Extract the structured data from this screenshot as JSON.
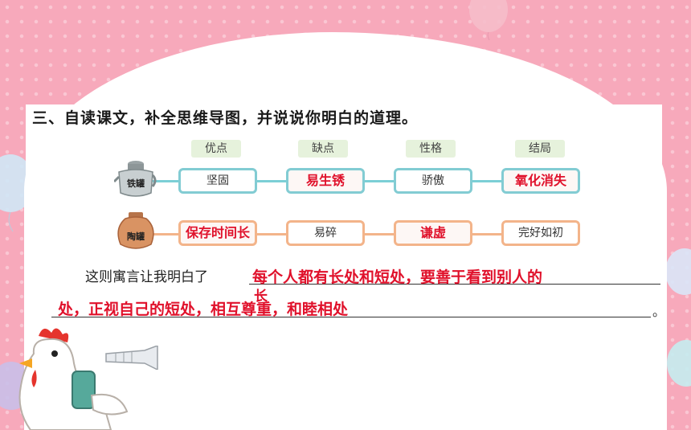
{
  "heading": "三、自读课文，补全思维导图，并说说你明白的道理。",
  "columns": [
    "优点",
    "缺点",
    "性格",
    "结局"
  ],
  "rows": [
    {
      "label": "铁罐",
      "cells": [
        {
          "text": "坚固",
          "filled": false
        },
        {
          "text": "易生锈",
          "filled": true
        },
        {
          "text": "骄傲",
          "filled": false
        },
        {
          "text": "氧化消失",
          "filled": true
        }
      ]
    },
    {
      "label": "陶罐",
      "cells": [
        {
          "text": "保存时间长",
          "filled": true
        },
        {
          "text": "易碎",
          "filled": false
        },
        {
          "text": "谦虚",
          "filled": true
        },
        {
          "text": "完好如初",
          "filled": false
        }
      ]
    }
  ],
  "lesson": {
    "prefix": "这则寓言让我明白了",
    "answer_line1": "每个人都有长处和短处，要善于看到别人的",
    "answer_line2": "处，正视自己的短处，相互尊重，和睦相处",
    "overflow_char": "长",
    "end_mark": "。"
  },
  "colors": {
    "background": "#f7a9bb",
    "answer_red": "#e0112b",
    "iron_line": "#82ccd3",
    "pot_line": "#f3b48a",
    "header_tag": "#e6f2dc"
  },
  "icons": [
    "balloon-icon",
    "chicken-illustration",
    "horn-icon",
    "iron-pot-icon",
    "clay-pot-icon"
  ]
}
